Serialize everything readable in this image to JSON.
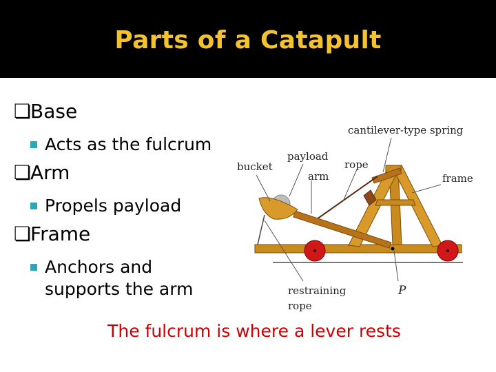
{
  "slide": {
    "title": "Parts of a Catapult",
    "bullet_glyph": "❏",
    "bullets": [
      {
        "label": "Base",
        "sub": [
          "Acts as the fulcrum"
        ]
      },
      {
        "label": "Arm",
        "sub": [
          "Propels payload"
        ]
      },
      {
        "label": "Frame",
        "sub": [
          "Anchors and",
          "supports the arm"
        ]
      }
    ],
    "caption": "The fulcrum is where a lever rests"
  },
  "diagram": {
    "labels": {
      "spring": "cantilever-type spring",
      "payload": "payload",
      "bucket": "bucket",
      "arm": "arm",
      "rope": "rope",
      "frame": "frame",
      "restraining_line1": "restraining",
      "restraining_line2": "rope",
      "pivot": "P"
    },
    "colors": {
      "wood": "#c98a1e",
      "wood_edge": "#7a4d08",
      "arm": "#b8721c",
      "wheel": "#d01818",
      "ground": "#777777",
      "payload": "#bdbdbd"
    }
  },
  "theme": {
    "title_color": "#f2c230",
    "caption_color": "#cc0000",
    "bullet_square": "#2aa8b8"
  }
}
